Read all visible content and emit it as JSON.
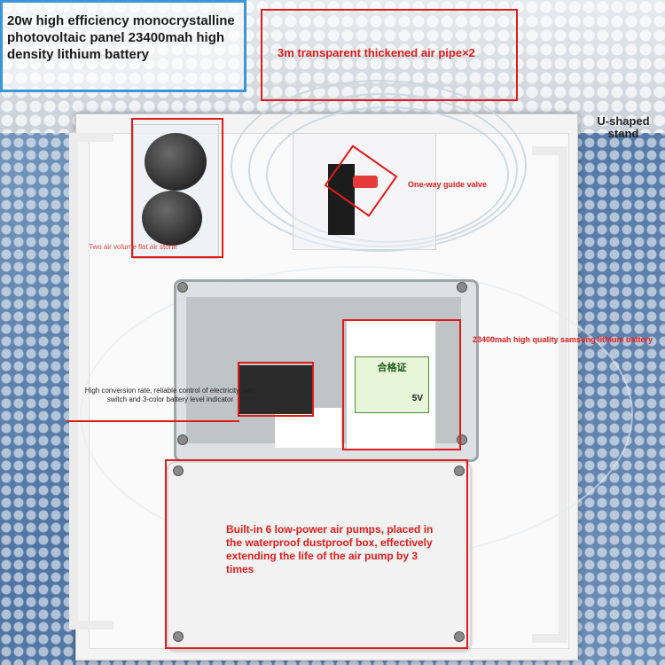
{
  "title_text": "20w high efficiency monocrystalline photovoltaic panel 23400mah high density lithium battery",
  "labels": {
    "pipe": "3m transparent thickened air pipe×2",
    "stand": "U-shaped stand",
    "valve": "One-way guide valve",
    "stone": "Two air volume flat air stone",
    "battery": "23400mah high quality samsung lithium battery",
    "board": "High conversion rate, reliable control of electricity, with switch and 3-color battery level indicator",
    "pump": "Built-in 6 low-power air pumps, placed in the waterproof dustproof box, effectively extending the life of the air pump by 3 times"
  },
  "battery_label": {
    "title": "合格证",
    "voltage": "5V"
  },
  "colors": {
    "annotation": "#e01b1b",
    "title_border": "#3a96d8"
  }
}
